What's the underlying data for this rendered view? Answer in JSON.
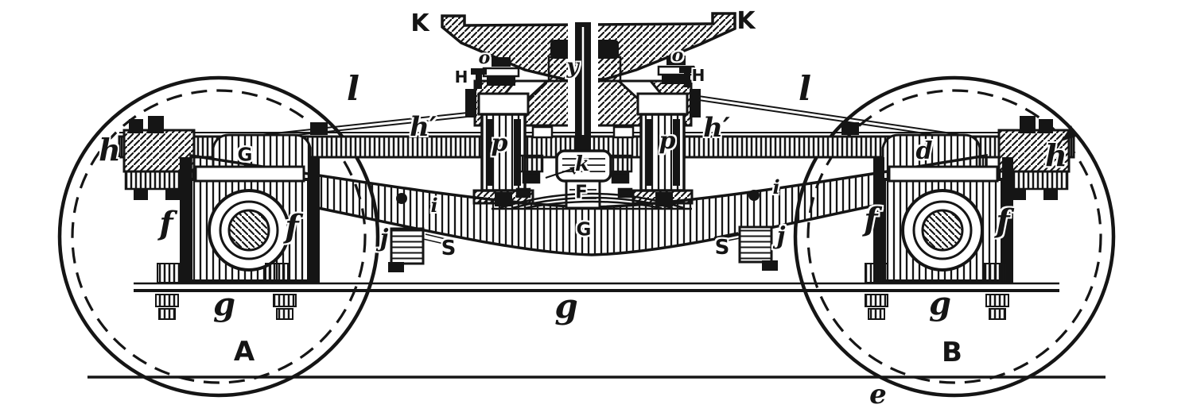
{
  "colors": {
    "ink": "#151515",
    "background": "#ffffff"
  },
  "labels": {
    "k_bolster_left": "K",
    "k_bolster_right": "K",
    "o_left": "o",
    "o_right": "o",
    "h_bolt_left": "H",
    "h_bolt_right": "H",
    "l_rod_left": "l",
    "l_rod_right": "l",
    "h_prime_left": "h′",
    "h_prime_right": "h′",
    "h_frame_left": "h",
    "h_frame_right": "h",
    "p_left": "p",
    "p_right": "p",
    "g_frame_left": "G",
    "d_frame_right": "d",
    "y_kingpin": "y",
    "k_center": "k",
    "f_center": "F",
    "g_spring_plank": "G",
    "i_left": "i",
    "i_right": "i",
    "j_left": "j",
    "j_right": "j",
    "s_left": "S",
    "s_right": "S",
    "f_journal_left_outer": "f",
    "f_journal_left_inner": "f",
    "f_journal_right_inner": "f",
    "f_journal_right_outer": "f",
    "g_strap_left": "g",
    "g_strap_center": "g",
    "g_strap_right": "g",
    "wheel_a": "A",
    "wheel_b": "B",
    "e_ground": "e"
  }
}
